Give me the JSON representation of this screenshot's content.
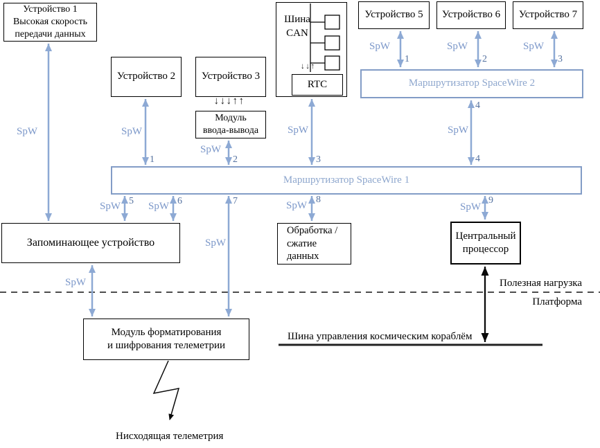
{
  "labels": {
    "spw": "SpW",
    "payload": "Полезная нагрузка",
    "platform": "Платформа",
    "bus": "Шина управления космическим кораблём",
    "downlink": "Нисходящая телеметрия"
  },
  "boxes": {
    "device1": {
      "lines": [
        "Устройство 1",
        "Высокая скорость",
        "передачи данных"
      ]
    },
    "device2": {
      "label": "Устройство 2"
    },
    "device3": {
      "label": "Устройство 3"
    },
    "io_module": {
      "lines": [
        "Модуль",
        "ввода-вывода"
      ]
    },
    "can": {
      "lines": [
        "Шина",
        "CAN"
      ],
      "rtc": "RTC"
    },
    "device5": {
      "label": "Устройство 5"
    },
    "device6": {
      "label": "Устройство 6"
    },
    "device7": {
      "label": "Устройство 7"
    },
    "router2": {
      "label": "Маршрутизатор SpaceWire 2"
    },
    "router1": {
      "label": "Маршрутизатор SpaceWire 1"
    },
    "memory": {
      "label": "Запоминающее устройство"
    },
    "processing": {
      "lines": [
        "Обработка /",
        "сжатие",
        "данных"
      ]
    },
    "cpu": {
      "lines": [
        "Центральный",
        "процессор"
      ]
    },
    "telemetry": {
      "lines": [
        "Модуль форматирования",
        "и шифрования телеметрии"
      ]
    }
  },
  "ports": {
    "router1_top": [
      "1",
      "2",
      "3",
      "4"
    ],
    "router1_bottom": [
      "5",
      "6",
      "7",
      "8",
      "9"
    ],
    "router2_top": [
      "1",
      "2",
      "3"
    ],
    "router2_bottom": [
      "4"
    ]
  },
  "icons": {
    "io_flow": "↓↓↓↑↑",
    "rtc_flow": "↓↓↑"
  },
  "colors": {
    "spw_arrow": "#8da9d4",
    "spw_label": "#7b97c9",
    "port_number": "#54719f",
    "router_border": "#829cc6",
    "router_text": "#8da6cd",
    "black": "#000000"
  }
}
